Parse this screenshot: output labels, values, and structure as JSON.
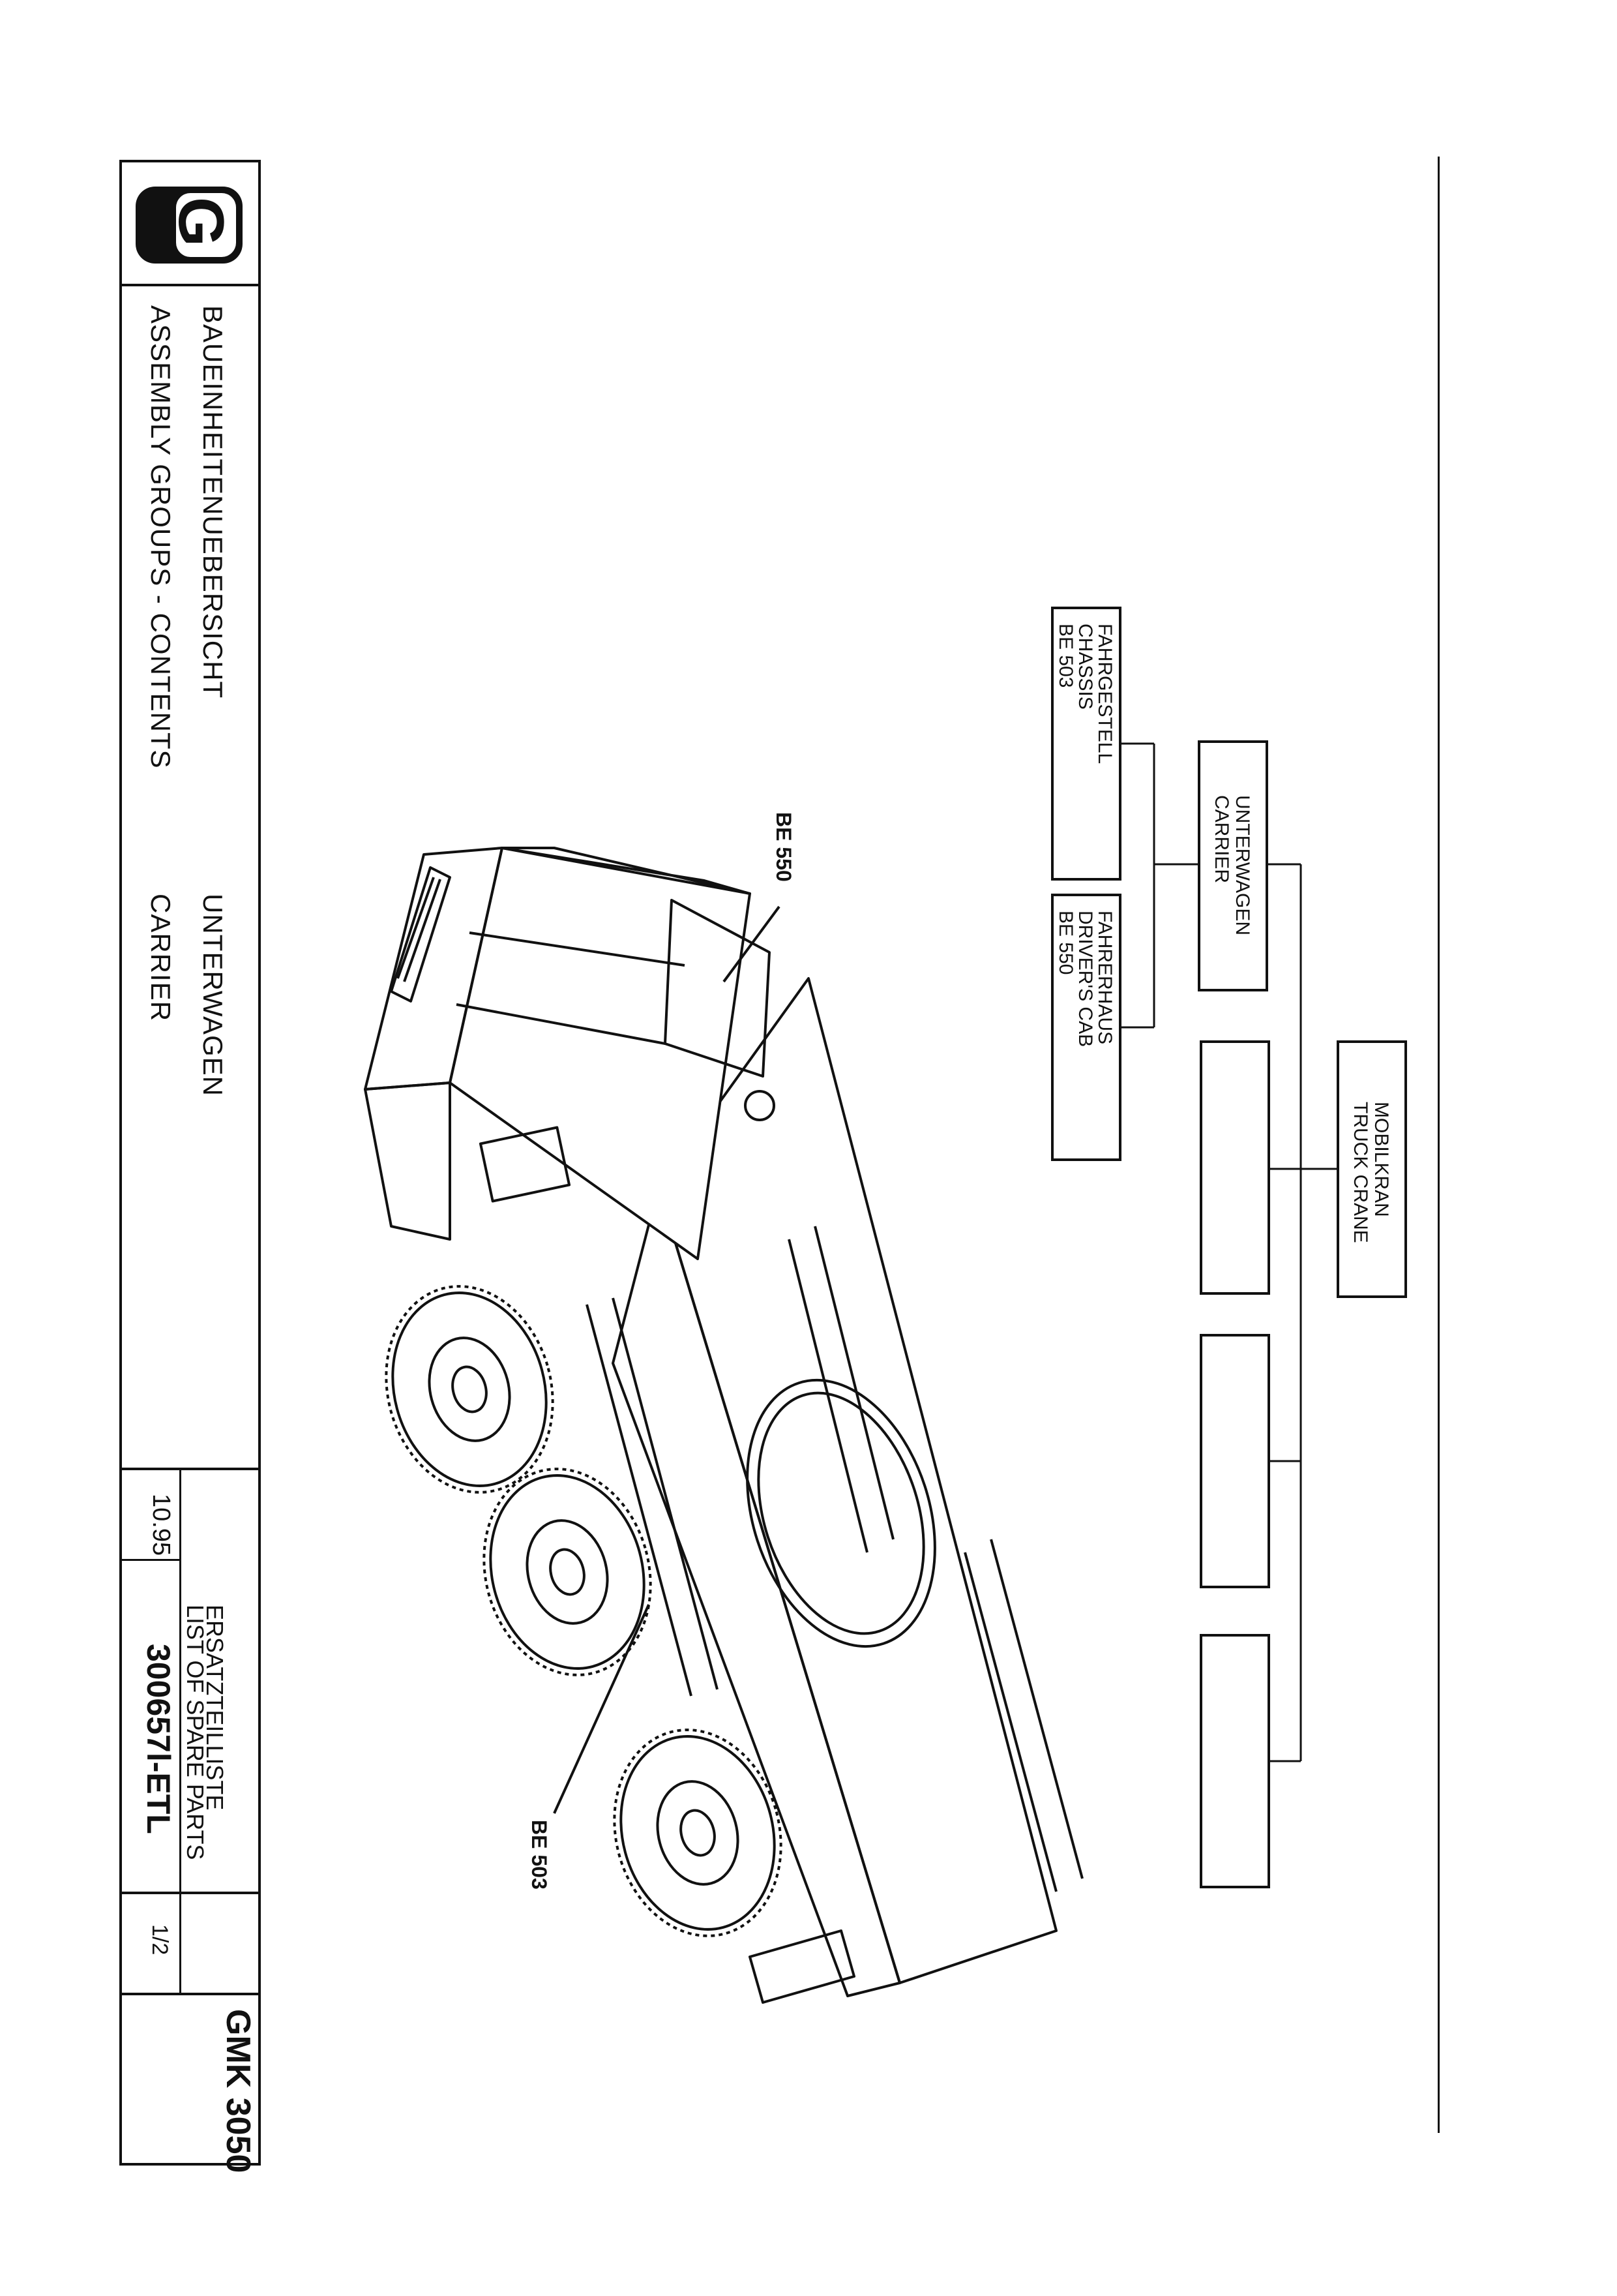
{
  "title_block": {
    "logo_letter": "G",
    "title_de": "BAUEINHEITENUEBERSICHT",
    "title_en": "ASSEMBLY GROUPS - CONTENTS",
    "section_de": "UNTERWAGEN",
    "section_en": "CARRIER",
    "list_de": "ERSATZTEILLISTE",
    "list_en": "LIST OF SPARE PARTS",
    "date": "10.95",
    "doc_number": "300657l-ETL",
    "page": "1/2",
    "model": "GMK 3050"
  },
  "tree": {
    "root": {
      "line1": "MOBILKRAN",
      "line2": "TRUCK CRANE"
    },
    "carrier": {
      "line1": "UNTERWAGEN",
      "line2": "CARRIER"
    },
    "chassis": {
      "line1": "FAHRGESTELL",
      "line2": "CHASSIS",
      "line3": "BE 503"
    },
    "cab": {
      "line1": "FAHRERHAUS",
      "line2": "DRIVER'S CAB",
      "line3": "BE 550"
    }
  },
  "callouts": {
    "be550": "BE 550",
    "be503": "BE 503"
  }
}
